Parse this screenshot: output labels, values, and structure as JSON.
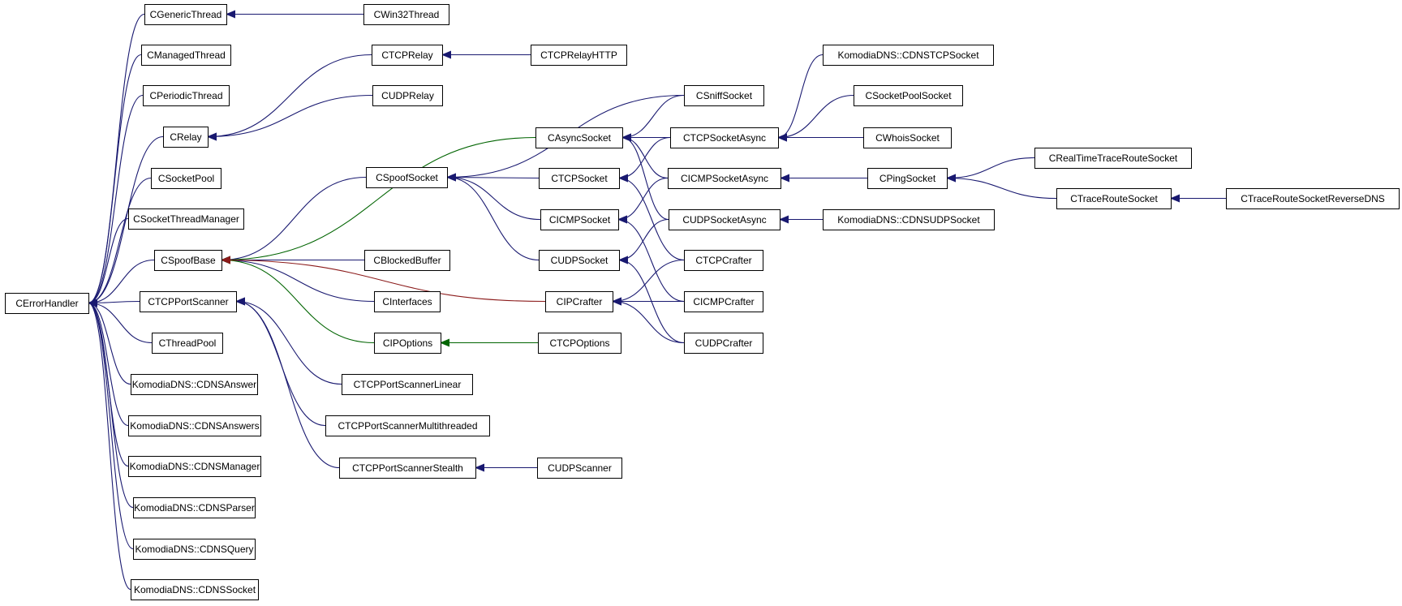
{
  "colors": {
    "navy": "#191970",
    "green": "#006400",
    "red": "#8b1a1a",
    "node_border": "#000000",
    "background": "#ffffff"
  },
  "nodes": [
    {
      "id": "CErrorHandler",
      "label": "CErrorHandler"
    },
    {
      "id": "CGenericThread",
      "label": "CGenericThread"
    },
    {
      "id": "CManagedThread",
      "label": "CManagedThread"
    },
    {
      "id": "CPeriodicThread",
      "label": "CPeriodicThread"
    },
    {
      "id": "CRelay",
      "label": "CRelay"
    },
    {
      "id": "CSocketPool",
      "label": "CSocketPool"
    },
    {
      "id": "CSocketThreadManager",
      "label": "CSocketThreadManager"
    },
    {
      "id": "CSpoofBase",
      "label": "CSpoofBase"
    },
    {
      "id": "CTCPPortScanner",
      "label": "CTCPPortScanner"
    },
    {
      "id": "CThreadPool",
      "label": "CThreadPool"
    },
    {
      "id": "CDNSAnswer",
      "label": "KomodiaDNS::CDNSAnswer"
    },
    {
      "id": "CDNSAnswers",
      "label": "KomodiaDNS::CDNSAnswers"
    },
    {
      "id": "CDNSManager",
      "label": "KomodiaDNS::CDNSManager"
    },
    {
      "id": "CDNSParser",
      "label": "KomodiaDNS::CDNSParser"
    },
    {
      "id": "CDNSQuery",
      "label": "KomodiaDNS::CDNSQuery"
    },
    {
      "id": "CDNSSocket",
      "label": "KomodiaDNS::CDNSSocket"
    },
    {
      "id": "CWin32Thread",
      "label": "CWin32Thread"
    },
    {
      "id": "CTCPRelay",
      "label": "CTCPRelay"
    },
    {
      "id": "CUDPRelay",
      "label": "CUDPRelay"
    },
    {
      "id": "CSpoofSocket",
      "label": "CSpoofSocket"
    },
    {
      "id": "CBlockedBuffer",
      "label": "CBlockedBuffer"
    },
    {
      "id": "CInterfaces",
      "label": "CInterfaces"
    },
    {
      "id": "CIPOptions",
      "label": "CIPOptions"
    },
    {
      "id": "CTCPPortScannerLinear",
      "label": "CTCPPortScannerLinear"
    },
    {
      "id": "CTCPPortScannerMultithreaded",
      "label": "CTCPPortScannerMultithreaded"
    },
    {
      "id": "CTCPPortScannerStealth",
      "label": "CTCPPortScannerStealth"
    },
    {
      "id": "CTCPRelayHTTP",
      "label": "CTCPRelayHTTP"
    },
    {
      "id": "CAsyncSocket",
      "label": "CAsyncSocket"
    },
    {
      "id": "CTCPSocket",
      "label": "CTCPSocket"
    },
    {
      "id": "CICMPSocket",
      "label": "CICMPSocket"
    },
    {
      "id": "CUDPSocket",
      "label": "CUDPSocket"
    },
    {
      "id": "CIPCrafter",
      "label": "CIPCrafter"
    },
    {
      "id": "CTCPOptions",
      "label": "CTCPOptions"
    },
    {
      "id": "CUDPScanner",
      "label": "CUDPScanner"
    },
    {
      "id": "CSniffSocket",
      "label": "CSniffSocket"
    },
    {
      "id": "CTCPSocketAsync",
      "label": "CTCPSocketAsync"
    },
    {
      "id": "CICMPSocketAsync",
      "label": "CICMPSocketAsync"
    },
    {
      "id": "CUDPSocketAsync",
      "label": "CUDPSocketAsync"
    },
    {
      "id": "CTCPCrafter",
      "label": "CTCPCrafter"
    },
    {
      "id": "CICMPCrafter",
      "label": "CICMPCrafter"
    },
    {
      "id": "CUDPCrafter",
      "label": "CUDPCrafter"
    },
    {
      "id": "CDNSTCPSocket",
      "label": "KomodiaDNS::CDNSTCPSocket"
    },
    {
      "id": "CSocketPoolSocket",
      "label": "CSocketPoolSocket"
    },
    {
      "id": "CWhoisSocket",
      "label": "CWhoisSocket"
    },
    {
      "id": "CPingSocket",
      "label": "CPingSocket"
    },
    {
      "id": "CDNSUDPSocket",
      "label": "KomodiaDNS::CDNSUDPSocket"
    },
    {
      "id": "CRealTimeTraceRouteSocket",
      "label": "CRealTimeTraceRouteSocket"
    },
    {
      "id": "CTraceRouteSocket",
      "label": "CTraceRouteSocket"
    },
    {
      "id": "CTraceRouteSocketReverseDNS",
      "label": "CTraceRouteSocketReverseDNS"
    }
  ],
  "edges": [
    {
      "from": "CGenericThread",
      "to": "CErrorHandler",
      "color": "navy"
    },
    {
      "from": "CManagedThread",
      "to": "CErrorHandler",
      "color": "navy"
    },
    {
      "from": "CPeriodicThread",
      "to": "CErrorHandler",
      "color": "navy"
    },
    {
      "from": "CRelay",
      "to": "CErrorHandler",
      "color": "navy"
    },
    {
      "from": "CSocketPool",
      "to": "CErrorHandler",
      "color": "navy"
    },
    {
      "from": "CSocketThreadManager",
      "to": "CErrorHandler",
      "color": "navy"
    },
    {
      "from": "CSpoofBase",
      "to": "CErrorHandler",
      "color": "navy"
    },
    {
      "from": "CTCPPortScanner",
      "to": "CErrorHandler",
      "color": "navy"
    },
    {
      "from": "CThreadPool",
      "to": "CErrorHandler",
      "color": "navy"
    },
    {
      "from": "CDNSAnswer",
      "to": "CErrorHandler",
      "color": "navy"
    },
    {
      "from": "CDNSAnswers",
      "to": "CErrorHandler",
      "color": "navy"
    },
    {
      "from": "CDNSManager",
      "to": "CErrorHandler",
      "color": "navy"
    },
    {
      "from": "CDNSParser",
      "to": "CErrorHandler",
      "color": "navy"
    },
    {
      "from": "CDNSQuery",
      "to": "CErrorHandler",
      "color": "navy"
    },
    {
      "from": "CDNSSocket",
      "to": "CErrorHandler",
      "color": "navy"
    },
    {
      "from": "CWin32Thread",
      "to": "CGenericThread",
      "color": "navy"
    },
    {
      "from": "CTCPRelay",
      "to": "CRelay",
      "color": "navy"
    },
    {
      "from": "CUDPRelay",
      "to": "CRelay",
      "color": "navy"
    },
    {
      "from": "CTCPRelayHTTP",
      "to": "CTCPRelay",
      "color": "navy"
    },
    {
      "from": "CSpoofSocket",
      "to": "CSpoofBase",
      "color": "navy"
    },
    {
      "from": "CBlockedBuffer",
      "to": "CSpoofBase",
      "color": "navy"
    },
    {
      "from": "CInterfaces",
      "to": "CSpoofBase",
      "color": "navy"
    },
    {
      "from": "CIPOptions",
      "to": "CSpoofBase",
      "color": "green"
    },
    {
      "from": "CAsyncSocket",
      "to": "CSpoofBase",
      "color": "green"
    },
    {
      "from": "CIPCrafter",
      "to": "CSpoofBase",
      "color": "red"
    },
    {
      "from": "CTCPPortScannerLinear",
      "to": "CTCPPortScanner",
      "color": "navy"
    },
    {
      "from": "CTCPPortScannerMultithreaded",
      "to": "CTCPPortScanner",
      "color": "navy"
    },
    {
      "from": "CTCPPortScannerStealth",
      "to": "CTCPPortScanner",
      "color": "navy"
    },
    {
      "from": "CUDPScanner",
      "to": "CTCPPortScannerStealth",
      "color": "navy"
    },
    {
      "from": "CTCPOptions",
      "to": "CIPOptions",
      "color": "green"
    },
    {
      "from": "CSniffSocket",
      "to": "CSpoofSocket",
      "color": "navy"
    },
    {
      "from": "CTCPSocket",
      "to": "CSpoofSocket",
      "color": "navy"
    },
    {
      "from": "CICMPSocket",
      "to": "CSpoofSocket",
      "color": "navy"
    },
    {
      "from": "CUDPSocket",
      "to": "CSpoofSocket",
      "color": "navy"
    },
    {
      "from": "CSniffSocket",
      "to": "CAsyncSocket",
      "color": "navy"
    },
    {
      "from": "CTCPSocketAsync",
      "to": "CAsyncSocket",
      "color": "navy"
    },
    {
      "from": "CICMPSocketAsync",
      "to": "CAsyncSocket",
      "color": "navy"
    },
    {
      "from": "CUDPSocketAsync",
      "to": "CAsyncSocket",
      "color": "navy"
    },
    {
      "from": "CTCPSocketAsync",
      "to": "CTCPSocket",
      "color": "navy"
    },
    {
      "from": "CTCPCrafter",
      "to": "CTCPSocket",
      "color": "navy"
    },
    {
      "from": "CICMPSocketAsync",
      "to": "CICMPSocket",
      "color": "navy"
    },
    {
      "from": "CICMPCrafter",
      "to": "CICMPSocket",
      "color": "navy"
    },
    {
      "from": "CUDPSocketAsync",
      "to": "CUDPSocket",
      "color": "navy"
    },
    {
      "from": "CUDPCrafter",
      "to": "CUDPSocket",
      "color": "navy"
    },
    {
      "from": "CTCPCrafter",
      "to": "CIPCrafter",
      "color": "navy"
    },
    {
      "from": "CICMPCrafter",
      "to": "CIPCrafter",
      "color": "navy"
    },
    {
      "from": "CUDPCrafter",
      "to": "CIPCrafter",
      "color": "navy"
    },
    {
      "from": "CDNSTCPSocket",
      "to": "CTCPSocketAsync",
      "color": "navy"
    },
    {
      "from": "CSocketPoolSocket",
      "to": "CTCPSocketAsync",
      "color": "navy"
    },
    {
      "from": "CWhoisSocket",
      "to": "CTCPSocketAsync",
      "color": "navy"
    },
    {
      "from": "CPingSocket",
      "to": "CICMPSocketAsync",
      "color": "navy"
    },
    {
      "from": "CDNSUDPSocket",
      "to": "CUDPSocketAsync",
      "color": "navy"
    },
    {
      "from": "CRealTimeTraceRouteSocket",
      "to": "CPingSocket",
      "color": "navy"
    },
    {
      "from": "CTraceRouteSocket",
      "to": "CPingSocket",
      "color": "navy"
    },
    {
      "from": "CTraceRouteSocketReverseDNS",
      "to": "CTraceRouteSocket",
      "color": "navy"
    }
  ]
}
